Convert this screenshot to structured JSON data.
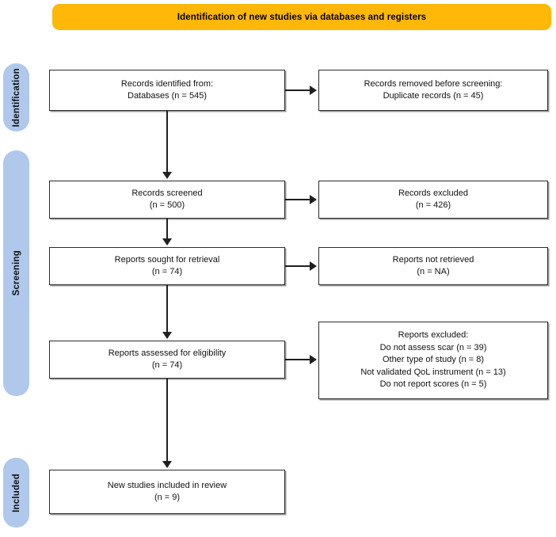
{
  "banner": {
    "title": "Identification of new studies via databases and registers",
    "color": "#FFB708"
  },
  "stages": {
    "color": "#AFC8EC",
    "items": [
      {
        "label": "Identification"
      },
      {
        "label": "Screening"
      },
      {
        "label": "Included"
      }
    ]
  },
  "flow": {
    "identified": {
      "line1": "Records identified from:",
      "line2": "Databases (n = 545)"
    },
    "removed": {
      "line1": "Records removed before screening:",
      "line2": "Duplicate records (n = 45)"
    },
    "screened": {
      "line1": "Records screened",
      "line2": "(n = 500)"
    },
    "records_excluded": {
      "line1": "Records excluded",
      "line2": "(n = 426)"
    },
    "sought": {
      "line1": "Reports sought for retrieval",
      "line2": "(n = 74)"
    },
    "not_retrieved": {
      "line1": "Reports not retrieved",
      "line2": "(n = NA)"
    },
    "assessed": {
      "line1": "Reports assessed for eligibility",
      "line2": "(n = 74)"
    },
    "reports_excluded": {
      "line1": "Reports excluded:",
      "line2": "Do not assess scar (n = 39)",
      "line3": "Other type of study (n = 8)",
      "line4": "Not validated QoL instrument (n = 13)",
      "line5": "Do not report scores (n = 5)"
    },
    "included": {
      "line1": "New studies included in review",
      "line2": "(n = 9)"
    }
  }
}
